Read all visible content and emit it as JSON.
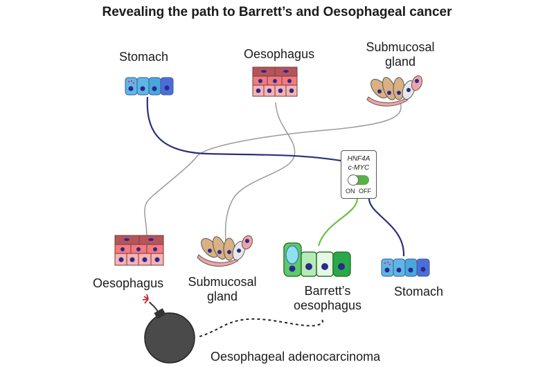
{
  "title": "Revealing the path to Barrett’s and Oesophageal cancer",
  "sources": {
    "stomach": "Stomach",
    "oesophagus": "Oesophagus",
    "gland_line1": "Submucosal",
    "gland_line2": "gland"
  },
  "outcomes": {
    "oesophagus": "Oesophagus",
    "gland_line1": "Submucosal",
    "gland_line2": "gland",
    "barretts_line1": "Barrett’s",
    "barretts_line2": "oesophagus",
    "stomach": "Stomach"
  },
  "switch": {
    "gene1": "HNF4A",
    "gene2": "c-MYC",
    "on": "ON",
    "off": "OFF"
  },
  "cancer": "Oesophageal adenocarcinoma",
  "colors": {
    "stomach_path": "#2b2f7a",
    "barretts_path": "#6cbf3f",
    "other_paths": "#9a9a9a",
    "toggle": "#58b048"
  }
}
